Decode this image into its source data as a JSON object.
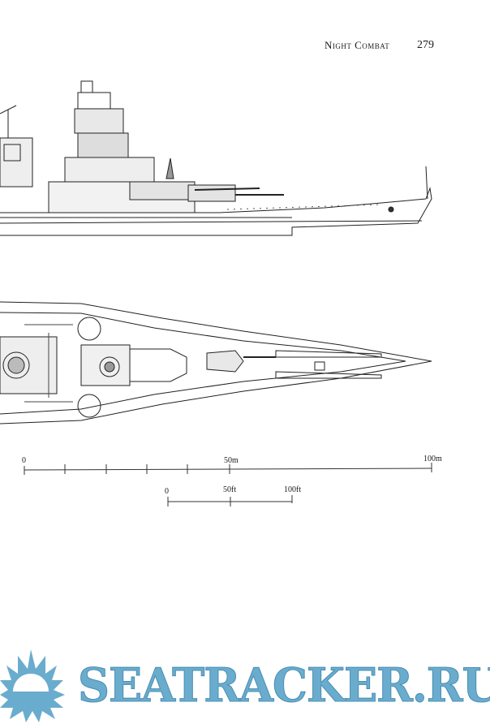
{
  "header": {
    "running_title": "Night Combat",
    "page_number": "279"
  },
  "scales": {
    "metric": {
      "labels": [
        "0",
        "50m",
        "100m"
      ],
      "ticks_m": [
        0,
        10,
        20,
        30,
        40,
        50,
        100
      ]
    },
    "imperial": {
      "labels": [
        "0",
        "50ft",
        "100ft"
      ],
      "ticks_ft": [
        0,
        50,
        100
      ]
    }
  },
  "watermark": {
    "text": "SEATRACKER.RU",
    "color": "#6aaccd"
  }
}
